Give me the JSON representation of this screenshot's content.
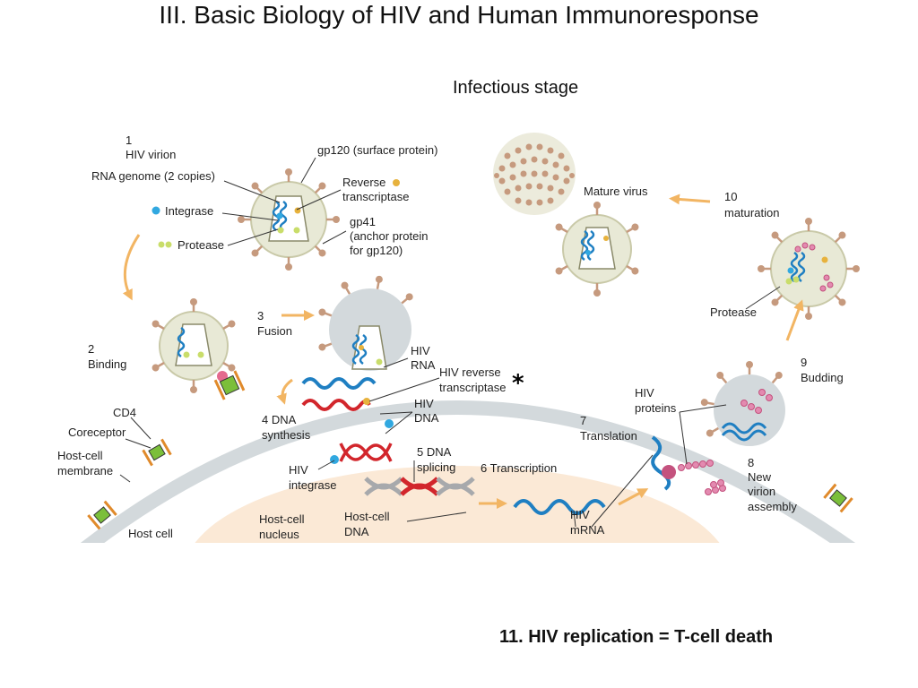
{
  "slide": {
    "title": "III. Basic Biology of HIV and Human Immunoresponse",
    "subtitle": "Infectious stage",
    "footer": "11. HIV replication = T-cell death"
  },
  "labels": {
    "step1_num": "1",
    "step1_name": "HIV virion",
    "gp120": "gp120 (surface protein)",
    "rna_genome": "RNA genome (2 copies)",
    "reverse_1": "Reverse",
    "reverse_2": "transcriptase",
    "integrase": "Integrase",
    "gp41_1": "gp41",
    "gp41_2": "(anchor protein",
    "gp41_3": "for gp120)",
    "protease": "Protease",
    "step2_num": "2",
    "step2_name": "Binding",
    "step3_num": "3",
    "step3_name": "Fusion",
    "hiv_rna_1": "HIV",
    "hiv_rna_2": "RNA",
    "hiv_rt_1": "HIV reverse",
    "hiv_rt_2": "transcriptase",
    "asterisk": "*",
    "step4_1": "4 DNA",
    "step4_2": "synthesis",
    "hiv_dna_1": "HIV",
    "hiv_dna_2": "DNA",
    "cd4": "CD4",
    "coreceptor": "Coreceptor",
    "host_membrane_1": "Host-cell",
    "host_membrane_2": "membrane",
    "hiv_integrase_1": "HIV",
    "hiv_integrase_2": "integrase",
    "step5_1": "5 DNA",
    "step5_2": "splicing",
    "step6": "6 Transcription",
    "host_nucleus_1": "Host-cell",
    "host_nucleus_2": "nucleus",
    "host_dna_1": "Host-cell",
    "host_dna_2": "DNA",
    "hiv_mrna_1": "HIV",
    "hiv_mrna_2": "mRNA",
    "host_cell": "Host cell",
    "step7_num": "7",
    "step7_name": "Translation",
    "hiv_proteins_1": "HIV",
    "hiv_proteins_2": "proteins",
    "step8_1": "8",
    "step8_2": "New",
    "step8_3": "virion",
    "step8_4": "assembly",
    "step9_num": "9",
    "step9_name": "Budding",
    "step10_num": "10",
    "step10_name": "maturation",
    "mature_virus": "Mature virus",
    "protease2": "Protease"
  },
  "colors": {
    "membrane": "#d3d9dc",
    "nucleus": "#fbe9d6",
    "arrow": "#f2b563",
    "rna_blue": "#1f7fc2",
    "dna_red": "#d2262c",
    "dna_gray": "#a7a9ac",
    "virion_fill": "#e8e9d6",
    "spike": "#c69a7e",
    "protein_pink": "#c4527e"
  }
}
